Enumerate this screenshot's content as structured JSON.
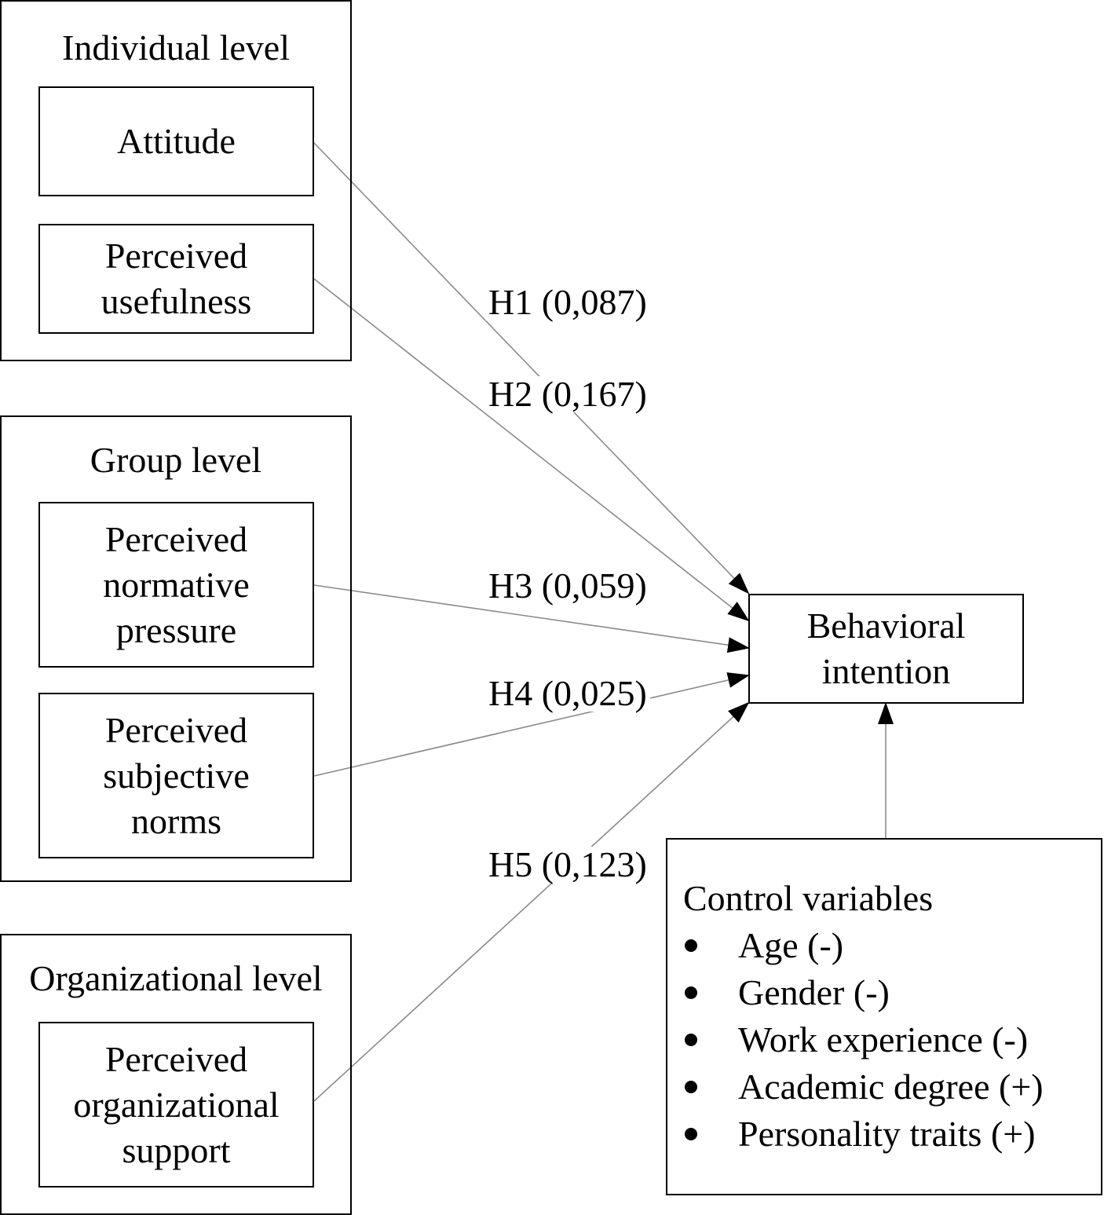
{
  "levels": {
    "individual": {
      "title": "Individual level"
    },
    "group": {
      "title": "Group level"
    },
    "organizational": {
      "title": "Organizational level"
    }
  },
  "nodes": {
    "attitude": {
      "lines": [
        "Attitude"
      ]
    },
    "usefulness": {
      "lines": [
        "Perceived",
        "usefulness"
      ]
    },
    "normative": {
      "lines": [
        "Perceived",
        "normative",
        "pressure"
      ]
    },
    "subjective": {
      "lines": [
        "Perceived",
        "subjective",
        "norms"
      ]
    },
    "org_support": {
      "lines": [
        "Perceived",
        "organizational",
        "support"
      ]
    },
    "behavioral": {
      "lines": [
        "Behavioral",
        "intention"
      ]
    }
  },
  "hypotheses": [
    {
      "label": "H1 (0,087)",
      "from": "Attitude",
      "to": "Behavioral intention"
    },
    {
      "label": "H2 (0,167)",
      "from": "Perceived usefulness",
      "to": "Behavioral intention"
    },
    {
      "label": "H3 (0,059)",
      "from": "Perceived normative pressure",
      "to": "Behavioral intention"
    },
    {
      "label": "H4 (0,025)",
      "from": "Perceived subjective norms",
      "to": "Behavioral intention"
    },
    {
      "label": "H5 (0,123)",
      "from": "Perceived organizational support",
      "to": "Behavioral intention"
    }
  ],
  "control": {
    "title": "Control variables",
    "items": [
      "Age (-)",
      "Gender (-)",
      "Work experience (-)",
      "Academic degree (+)",
      "Personality traits (+)"
    ]
  }
}
